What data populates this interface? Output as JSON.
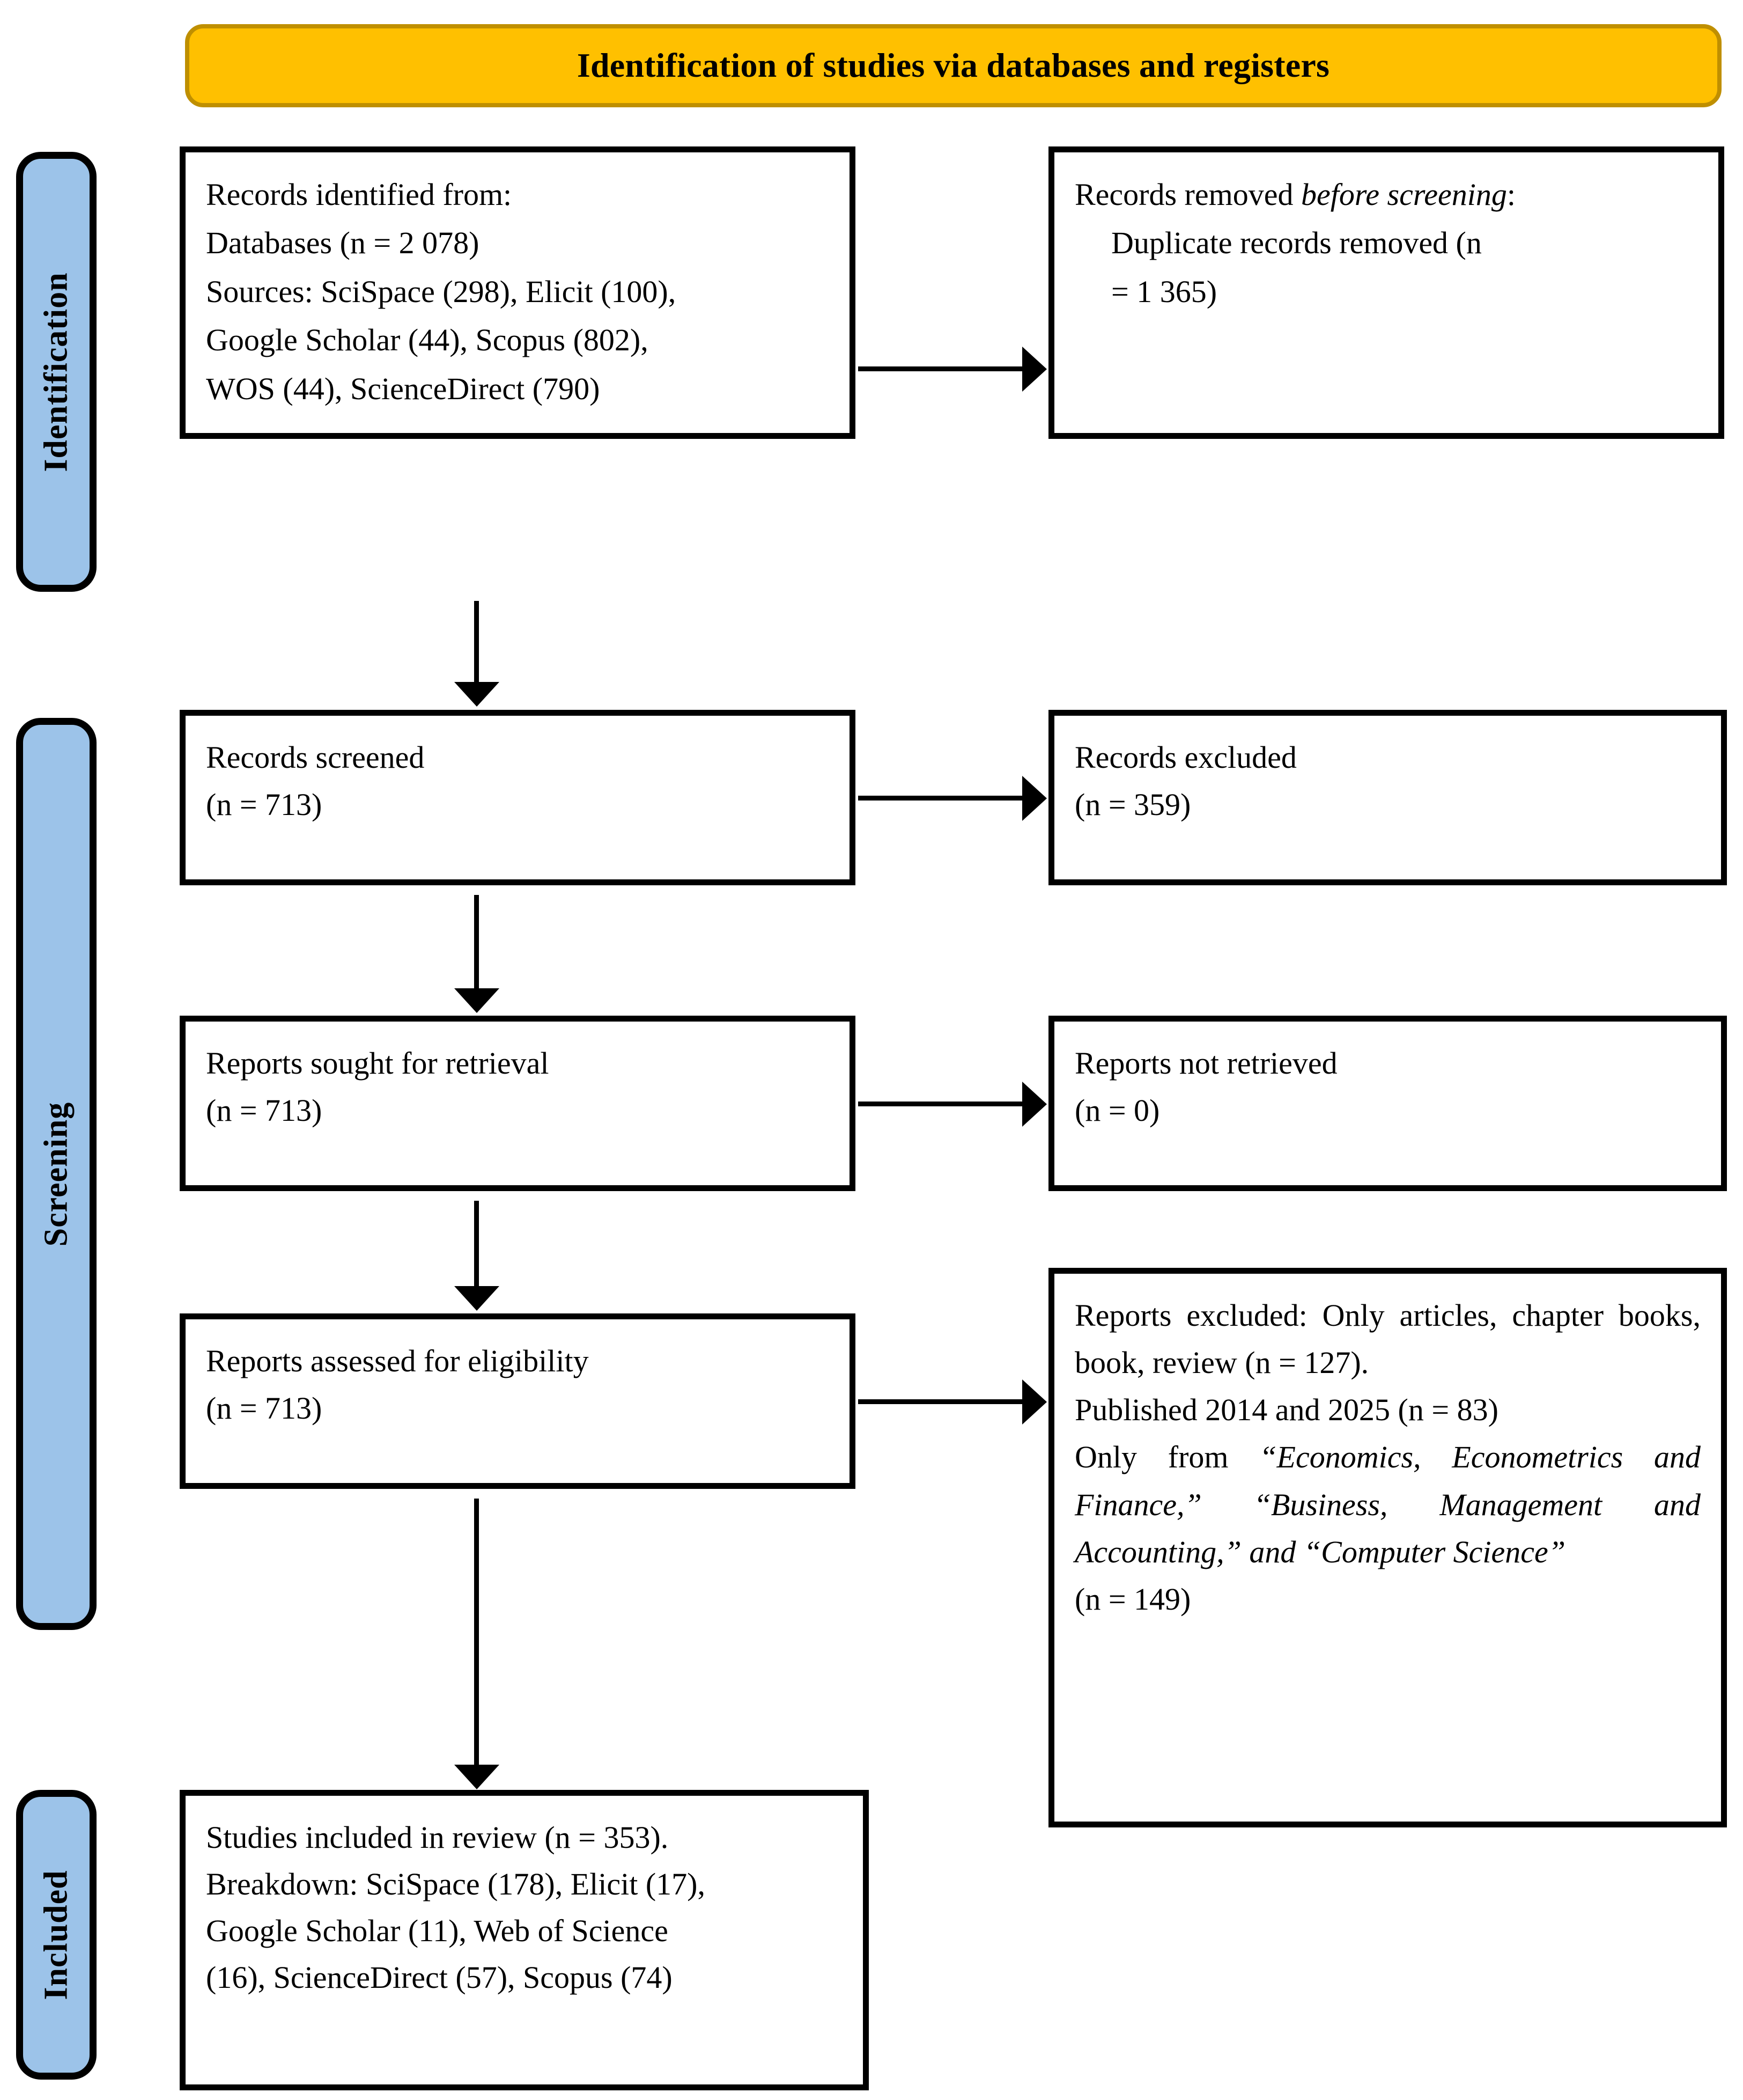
{
  "header": {
    "title": "Identification of studies via databases and registers"
  },
  "stages": [
    {
      "key": "identification",
      "label": "Identification"
    },
    {
      "key": "screening",
      "label": "Screening"
    },
    {
      "key": "included",
      "label": "Included"
    }
  ],
  "colors": {
    "banner_fill": "#FFC000",
    "banner_border": "#BF8F00",
    "stage_fill": "#9CC3E9",
    "box_border": "#000000",
    "text": "#000000"
  },
  "boxes": {
    "identified": {
      "line1": "Records identified from:",
      "line2": "Databases (n = 2 078)",
      "line3": "Sources: SciSpace (298), Elicit (100),",
      "line4": "Google Scholar (44), Scopus (802),",
      "line5": "WOS (44), ScienceDirect (790)"
    },
    "removed": {
      "line1_prefix": "Records removed ",
      "line1_italic": "before screening",
      "line1_suffix": ":",
      "line2": "Duplicate records removed (n",
      "line3": "= 1 365)"
    },
    "screened": {
      "line1": "Records screened",
      "line2": "(n = 713)"
    },
    "excluded": {
      "line1": "Records excluded",
      "line2": "(n = 359)"
    },
    "sought": {
      "line1": "Reports sought for retrieval",
      "line2": "(n = 713)"
    },
    "not_retrieved": {
      "line1": "Reports not retrieved",
      "line2": "(n = 0)"
    },
    "assessed": {
      "line1": "Reports assessed for eligibility",
      "line2": "(n = 713)"
    },
    "reports_excluded": {
      "line1": "Reports excluded: Only articles, chapter books, book, review (n = 127).",
      "line2": "Published 2014 and 2025 (n = 83)",
      "line3_prefix": "Only from ",
      "line3_italic": "“Economics, Econometrics and Finance,” “Business, Management and Accounting,” and “Computer Science”",
      "line4": "(n = 149)"
    },
    "included": {
      "line1": "Studies included in review (n = 353).",
      "line2": "Breakdown: SciSpace (178), Elicit (17),",
      "line3": "Google Scholar (11), Web of Science",
      "line4": "(16), ScienceDirect (57), Scopus (74)"
    }
  }
}
